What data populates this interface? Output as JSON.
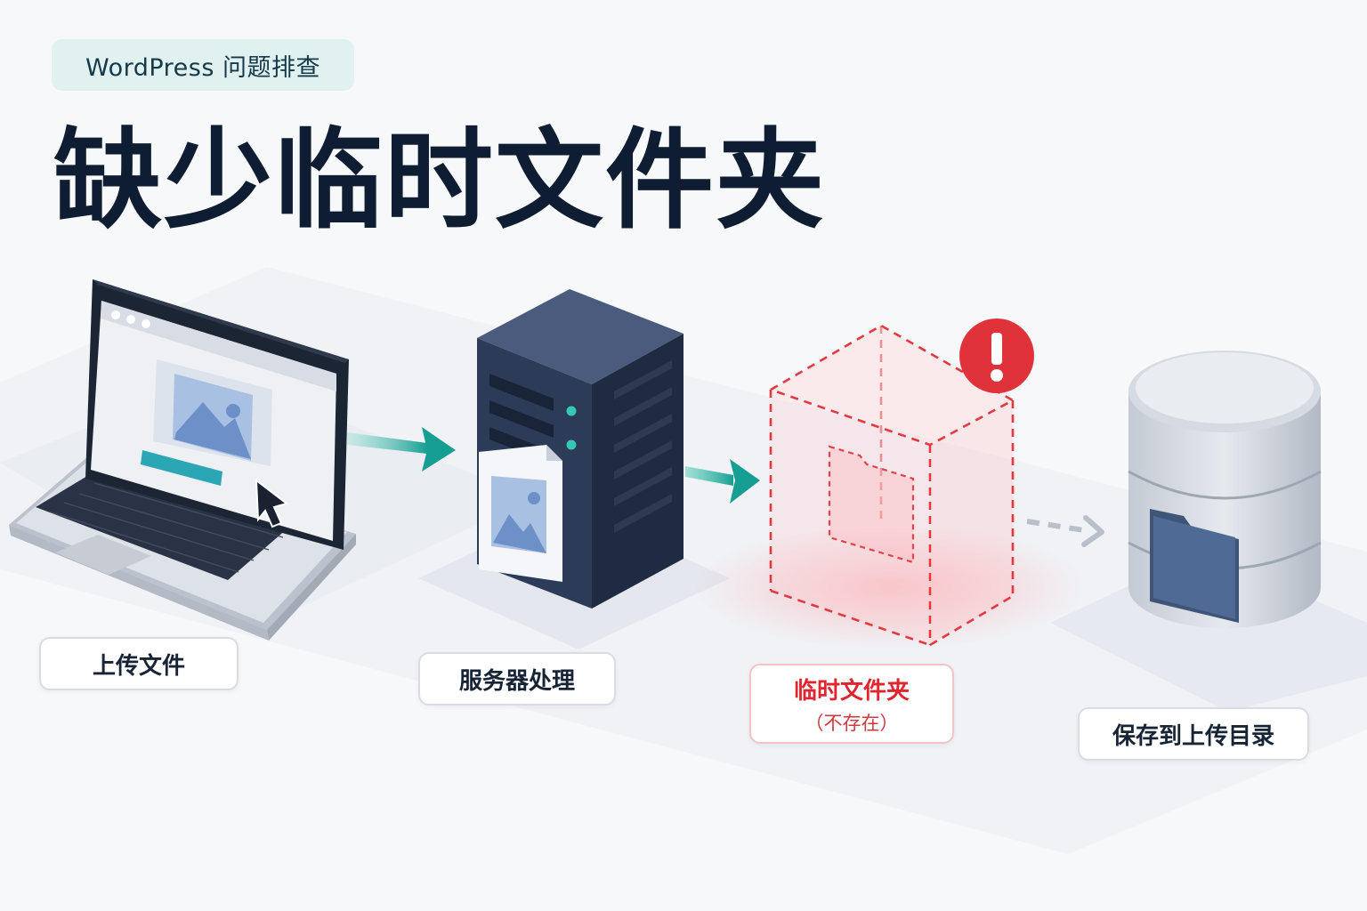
{
  "header": {
    "tag": "WordPress 问题排查",
    "title": "缺少临时文件夹"
  },
  "steps": [
    {
      "label": "上传文件"
    },
    {
      "label": "服务器处理"
    },
    {
      "label": "临时文件夹",
      "note": "（不存在）"
    },
    {
      "label": "保存到上传目录"
    }
  ],
  "colors": {
    "accent": "#1aa69a",
    "error": "#e23a40",
    "navy": "#2c3c58",
    "text": "#0f1d33"
  },
  "icons": [
    "laptop-icon",
    "image-icon",
    "cursor-icon",
    "server-icon",
    "folder-icon",
    "alert-icon",
    "database-icon",
    "arrow-right-icon"
  ]
}
